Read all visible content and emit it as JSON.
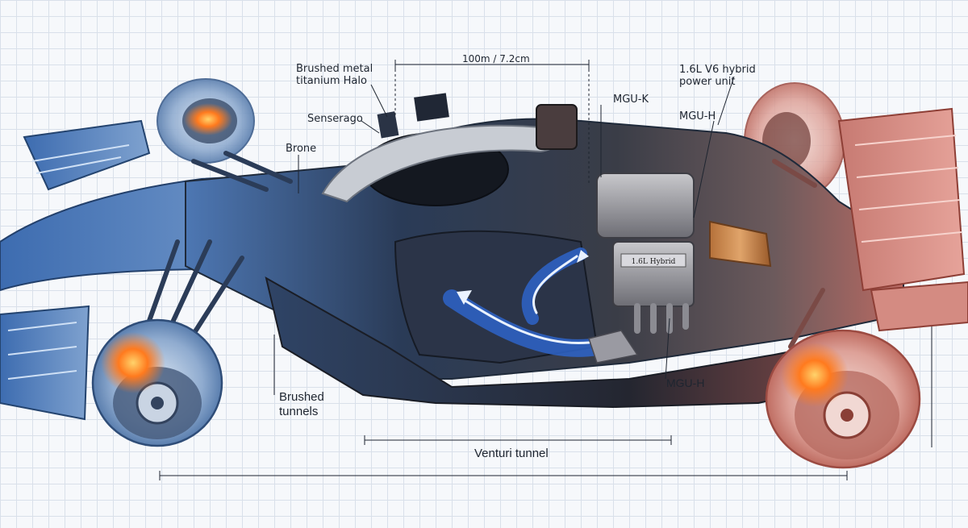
{
  "labels": {
    "dimension": "100m / 7.2cm",
    "halo": [
      "Brushed metal",
      "titanium Halo"
    ],
    "senserago": "Senserago",
    "brone": "Brone",
    "mguk": "MGU-K",
    "power_unit": [
      "1.6L V6 hybrid",
      "power unit"
    ],
    "mguh_top": "MGU-H",
    "mguh_bottom": "MGU-H",
    "tunnels": [
      "Brushed",
      "tunnels"
    ],
    "venturi": "Venturi tunnel",
    "engine_plate": "1.6L Hybrid"
  },
  "colors": {
    "front_accent": "#2f67b8",
    "rear_accent": "#c9503f",
    "brake_glow": "#ff7a1e",
    "airflow": "#2e64c9",
    "grid": "#d9e0ea"
  }
}
